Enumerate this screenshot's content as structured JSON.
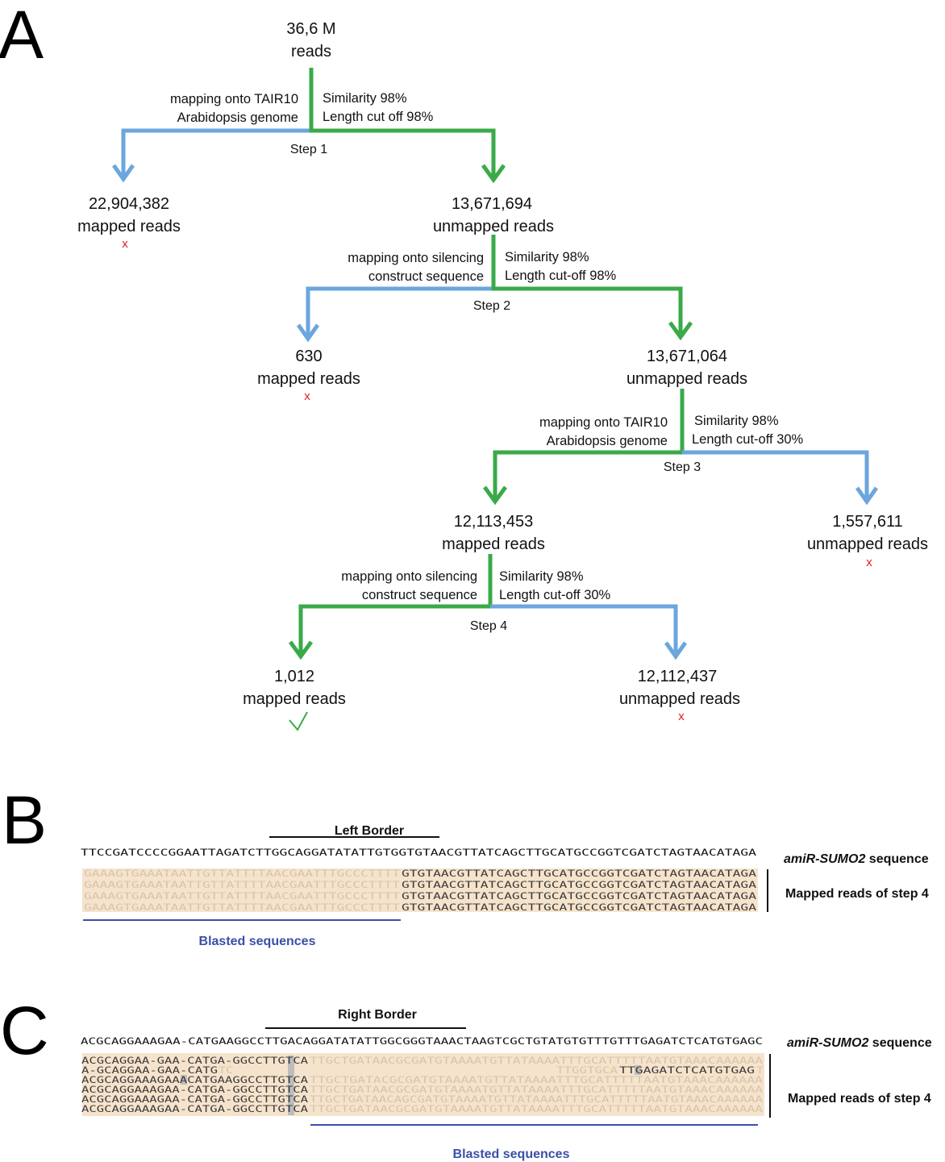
{
  "panels": {
    "a": "A",
    "b": "B",
    "c": "C"
  },
  "colors": {
    "green": "#3aaa49",
    "blue": "#6ba6dd",
    "red": "#e41a1c",
    "highlight": "#f6e3cc",
    "blasted": "#3b4fa8"
  },
  "flow": {
    "root": {
      "line1": "36,6 M",
      "line2": "reads"
    },
    "step1": {
      "step": "Step 1",
      "left_label1": "mapping onto TAIR10",
      "left_label2": "Arabidopsis genome",
      "right_label1": "Similarity 98%",
      "right_label2": "Length cut off 98%",
      "left_count": "22,904,382",
      "left_sub": "mapped reads",
      "left_mark": "x",
      "right_count": "13,671,694",
      "right_sub": "unmapped reads"
    },
    "step2": {
      "step": "Step 2",
      "left_label1": "mapping onto silencing",
      "left_label2": "construct sequence",
      "right_label1": "Similarity 98%",
      "right_label2": "Length cut-off 98%",
      "left_count": "630",
      "left_sub": "mapped reads",
      "left_mark": "x",
      "right_count": "13,671,064",
      "right_sub": "unmapped reads"
    },
    "step3": {
      "step": "Step 3",
      "left_label1": "mapping onto TAIR10",
      "left_label2": "Arabidopsis genome",
      "right_label1": "Similarity 98%",
      "right_label2": "Length cut-off 30%",
      "left_count": "12,113,453",
      "left_sub": "mapped reads",
      "right_count": "1,557,611",
      "right_sub": "unmapped reads",
      "right_mark": "x"
    },
    "step4": {
      "step": "Step 4",
      "left_label1": "mapping onto silencing",
      "left_label2": "construct sequence",
      "right_label1": "Similarity 98%",
      "right_label2": "Length cut-off 30%",
      "left_count": "1,012",
      "left_sub": "mapped reads",
      "left_mark": "check",
      "right_count": "12,112,437",
      "right_sub": "unmapped reads",
      "right_mark": "x"
    }
  },
  "panel_b": {
    "border_title": "Left Border",
    "ref_seq": "TTCCGATCCCCGGAATTAGATCTTGGCAGGATATATTGTGGTGTAACGTTATCAGCTTGCATGCCGGTCGATCTAGTAACATAGA",
    "ref_label_italic": "amiR-SUMO2",
    "ref_label_rest": " sequence",
    "reads_faded": "GAAAGTGAAATAATTGTTATTTTAACGAATTTGCCCTTTT",
    "reads_dark": "GTGTAACGTTATCAGCTTGCATGCCGGTCGATCTAGTAACATAGA",
    "reads_label": "Mapped reads of step 4",
    "blasted": "Blasted sequences"
  },
  "panel_c": {
    "border_title": "Right Border",
    "ref_seq": "ACGCAGGAAAGAA-CATGAAGGCCTTGACAGGATATATTGGCGGGTAAACTAAGTCGCTGTATGTGTTTGTTTGAGATCTCATGTGAGC",
    "ref_label_italic": "amiR-SUMO2",
    "ref_label_rest": " sequence",
    "reads": [
      {
        "dark": "ACGCAGGAA-GAA-CATGA-GGCCTTGTCA",
        "faded": "TTGCTGATAACGCGATGTAAAATGTTATAAAATTTGCATTTTTAATGTAAACAAAAAA"
      },
      {
        "dark": "A-GCAGGAA-GAA-CATG",
        "faded": "TC",
        "tail_faded": "TTGGTGCA",
        "tail_dark": "TTGAGATCTCATGTGAG",
        "tail_end": "T"
      },
      {
        "dark": "ACGCAGGAAAGAAACATGAAGGCCTTGTCA",
        "faded": "TTGCTGATACGCGATGTAAAATGTTATAAAATTTGCATTTTTAATGTAAACAAAAAA"
      },
      {
        "dark": "ACGCAGGAAAGAA-CATGA-GGCCTTGTCA",
        "faded": "TTGCTGATAACGCGATGTAAAATGTTATAAAATTTGCATTTTTAATGTAAACAAAAAA"
      },
      {
        "dark": "ACGCAGGAAAGAA-CATGA-GGCCTTGTCA",
        "faded": "TTGCTGATAACAGCGATGTAAAATGTTATAAAATTTGCATTTTTAATGTAAACAAAAAA"
      },
      {
        "dark": "ACGCAGGAAAGAA-CATGA-GGCCTTGTCA",
        "faded": "TTGCTGATAACGCGATGTAAAATGTTATAAAATTTGCATTTTTAATGTAAACAAAAAA"
      }
    ],
    "reads_label": "Mapped reads of step 4",
    "blasted": "Blasted sequences"
  }
}
